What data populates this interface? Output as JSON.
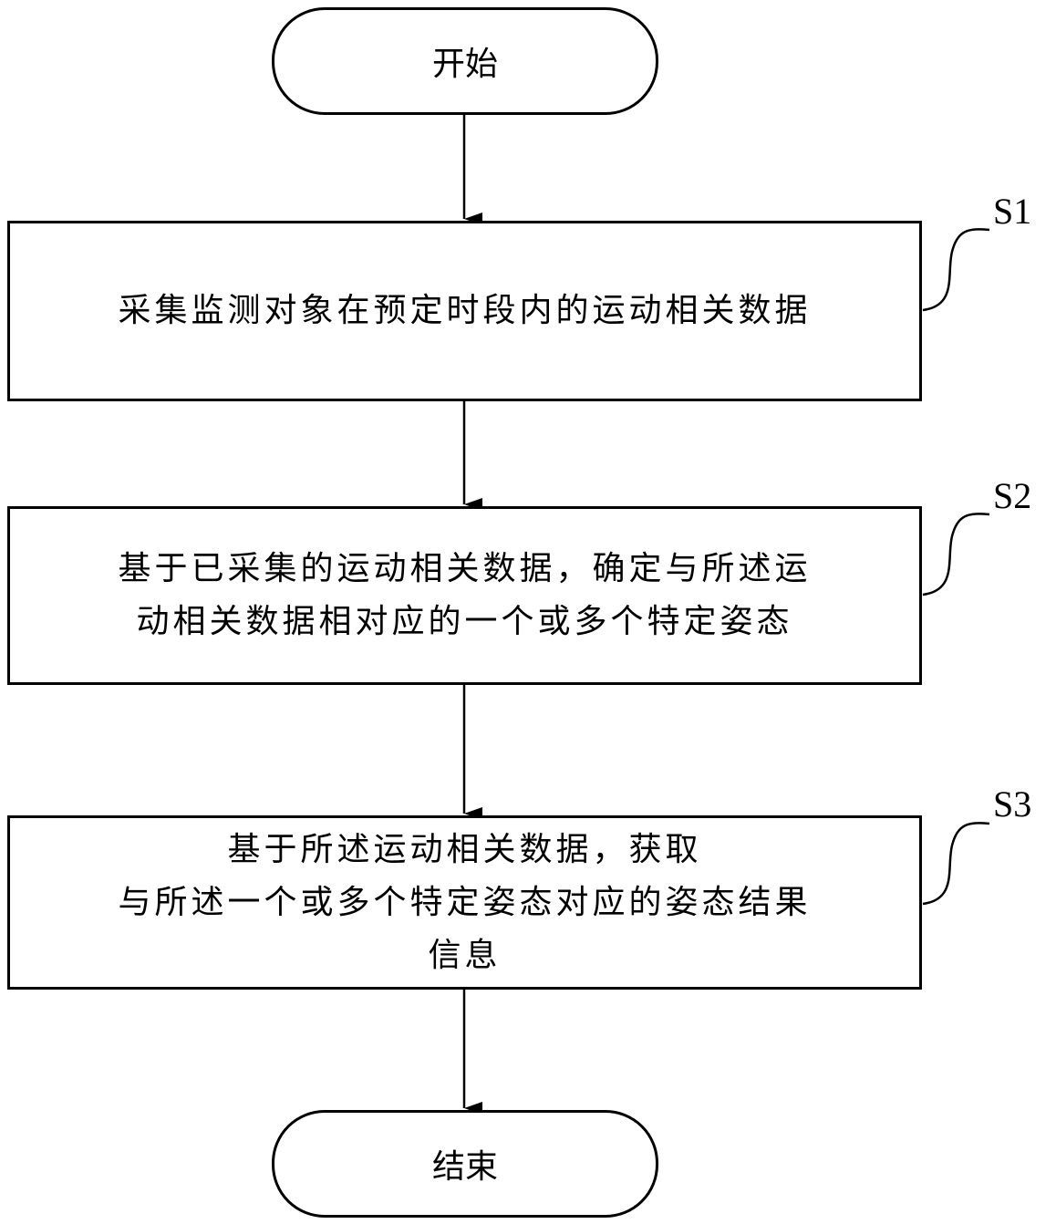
{
  "flowchart": {
    "start": {
      "label": "开始"
    },
    "steps": [
      {
        "id": "S1",
        "label": "S1",
        "lines": [
          "采集监测对象在预定时段内的运动相关数据"
        ]
      },
      {
        "id": "S2",
        "label": "S2",
        "lines": [
          "基于已采集的运动相关数据，确定与所述运",
          "动相关数据相对应的一个或多个特定姿态"
        ]
      },
      {
        "id": "S3",
        "label": "S3",
        "lines": [
          "基于所述运动相关数据，获取",
          "与所述一个或多个特定姿态对应的姿态结果",
          "信息"
        ]
      }
    ],
    "end": {
      "label": "结束"
    }
  }
}
